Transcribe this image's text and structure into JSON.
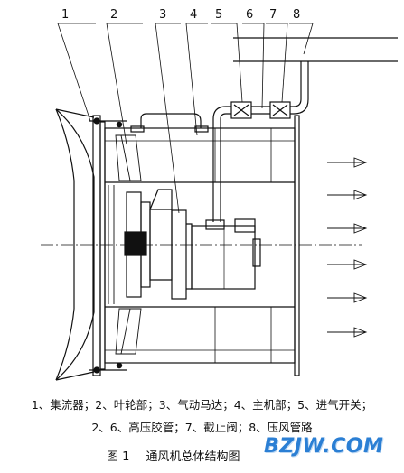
{
  "part_numbers": [
    "1",
    "2",
    "3",
    "4",
    "5",
    "6",
    "7",
    "8"
  ],
  "legend": {
    "line1": "1、集流器；2、叶轮部；3、气动马达；4、主机部；5、进气开关；",
    "line2": "2、6、高压胶管；7、截止阀；8、压风管路"
  },
  "caption": {
    "figure_no": "图 1",
    "title": "通风机总体结构图"
  },
  "watermark": "BZJW.COM"
}
